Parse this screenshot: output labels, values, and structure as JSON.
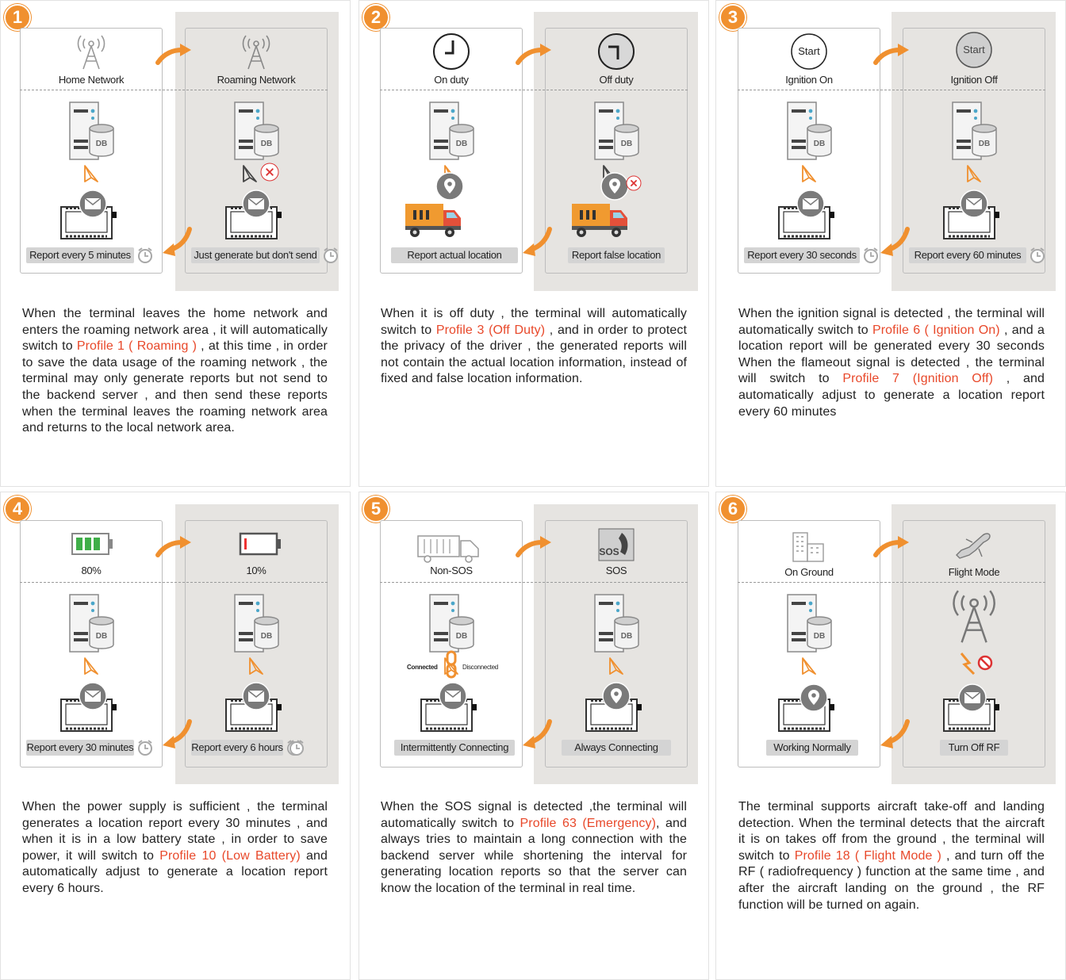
{
  "colors": {
    "accent": "#f0902f",
    "highlight": "#e8482a",
    "panel_gray": "#e6e4e1",
    "pill": "#d4d4d4"
  },
  "cards": [
    {
      "number": "1",
      "left_label": "Home Network",
      "right_label": "Roaming Network",
      "left_pill": "Report every 5 minutes",
      "right_pill": "Just generate but don't send",
      "text_before": "When the terminal leaves the home network and enters the roaming network area , it will automatically switch to ",
      "highlight": "Profile 1 ( Roaming )",
      "text_after": " , at this time , in order to save the data usage of the roaming network , the terminal may only generate reports but not send to the backend server , and then send these reports when the terminal leaves the roaming network area and returns to the local network area.",
      "highlight2": "",
      "text_after2": ""
    },
    {
      "number": "2",
      "left_label": "On duty",
      "right_label": "Off duty",
      "left_pill": "Report actual location",
      "right_pill": "Report false location",
      "text_before": "When it is off duty , the terminal will automatically switch to ",
      "highlight": "Profile 3 (Off Duty)",
      "text_after": " , and in order to protect the privacy of the driver , the generated reports will not contain the actual location information, instead of fixed and false location information.",
      "highlight2": "",
      "text_after2": ""
    },
    {
      "number": "3",
      "left_label": "Ignition On",
      "right_label": "Ignition Off",
      "left_icon_text": "Start",
      "right_icon_text": "Start",
      "left_pill": "Report every 30 seconds",
      "right_pill": "Report every 60 minutes",
      "text_before": "When the ignition signal is detected , the terminal will automatically switch to ",
      "highlight": "Profile 6 ( Ignition On)",
      "text_after": " , and a location report will be generated every 30 seconds When the flameout signal is detected , the terminal will switch to ",
      "highlight2": "Profile 7 (Ignition Off)",
      "text_after2": " , and automatically adjust to generate a location report every 60 minutes"
    },
    {
      "number": "4",
      "left_label": "80%",
      "right_label": "10%",
      "left_pill": "Report every 30 minutes",
      "right_pill": "Report every 6 hours",
      "text_before": "When the power supply is sufficient , the terminal generates a location report every 30 minutes , and when it is in a low battery state , in order to save power, it will switch to ",
      "highlight": "Profile 10 (Low Battery)",
      "text_after": " and automatically adjust to generate a location report every 6 hours.",
      "highlight2": "",
      "text_after2": ""
    },
    {
      "number": "5",
      "left_label": "Non-SOS",
      "right_label": "SOS",
      "right_icon_text": "SOS",
      "connected_label": "Connected",
      "disconnected_label": "Disconnected",
      "left_pill": "Intermittently Connecting",
      "right_pill": "Always Connecting",
      "text_before": "When the SOS signal is detected ,the terminal will automatically switch to ",
      "highlight": "Profile 63 (Emergency)",
      "text_after": ", and always tries to maintain a long connection with the backend server while shortening the interval for generating location reports so that the server can know the location of the terminal in real time.",
      "highlight2": "",
      "text_after2": ""
    },
    {
      "number": "6",
      "left_label": "On Ground",
      "right_label": "Flight Mode",
      "left_pill": "Working Normally",
      "right_pill": "Turn Off RF",
      "text_before": "The terminal supports aircraft take-off and landing detection. When the terminal detects that the aircraft it is on takes off from the ground , the terminal will switch to ",
      "highlight": "Profile 18 ( Flight Mode )",
      "text_after": " , and turn off the RF ( radiofrequency ) function at the same time , and after the aircraft landing on the ground , the RF function will be turned on again.",
      "highlight2": "",
      "text_after2": ""
    }
  ],
  "db_label": "DB"
}
